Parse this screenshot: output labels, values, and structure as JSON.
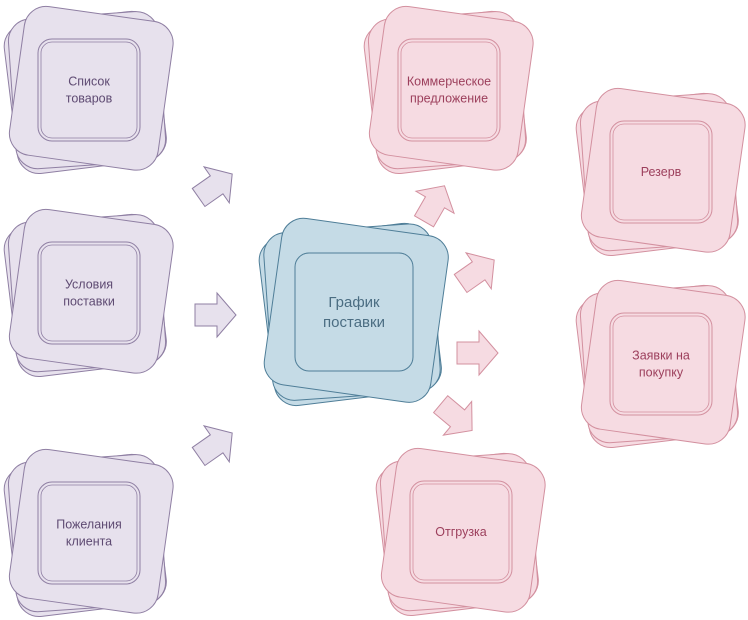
{
  "colors": {
    "input": {
      "fill": "#e7e1ed",
      "stroke": "#8f7fa3",
      "text": "#5e4a72"
    },
    "center": {
      "fill": "#c5dbe6",
      "stroke": "#4f7e98",
      "text": "#4b6d82"
    },
    "output": {
      "fill": "#f6dbe2",
      "stroke": "#d3909f",
      "text": "#9c3f5c"
    }
  },
  "nodes": [
    {
      "id": "spisok-tovarov",
      "theme": "input",
      "lines": [
        "Список",
        "товаров"
      ]
    },
    {
      "id": "usloviya-postavki",
      "theme": "input",
      "lines": [
        "Условия",
        "поставки"
      ]
    },
    {
      "id": "pozhelaniya-klienta",
      "theme": "input",
      "lines": [
        "Пожелания",
        "клиента"
      ]
    },
    {
      "id": "grafik-postavki",
      "theme": "center",
      "lines": [
        "График",
        "поставки"
      ]
    },
    {
      "id": "kommercheskoe-predlozhenie",
      "theme": "output",
      "lines": [
        "Коммерческое",
        "предложение"
      ]
    },
    {
      "id": "rezerv",
      "theme": "output",
      "lines": [
        "Резерв"
      ]
    },
    {
      "id": "zayavki-na-pokupku",
      "theme": "output",
      "lines": [
        "Заявки на",
        "покупку"
      ]
    },
    {
      "id": "otgruzka",
      "theme": "output",
      "lines": [
        "Отгрузка"
      ]
    }
  ],
  "arrows": [
    {
      "theme": "input"
    },
    {
      "theme": "input"
    },
    {
      "theme": "input"
    },
    {
      "theme": "output"
    },
    {
      "theme": "output"
    },
    {
      "theme": "output"
    },
    {
      "theme": "output"
    }
  ]
}
